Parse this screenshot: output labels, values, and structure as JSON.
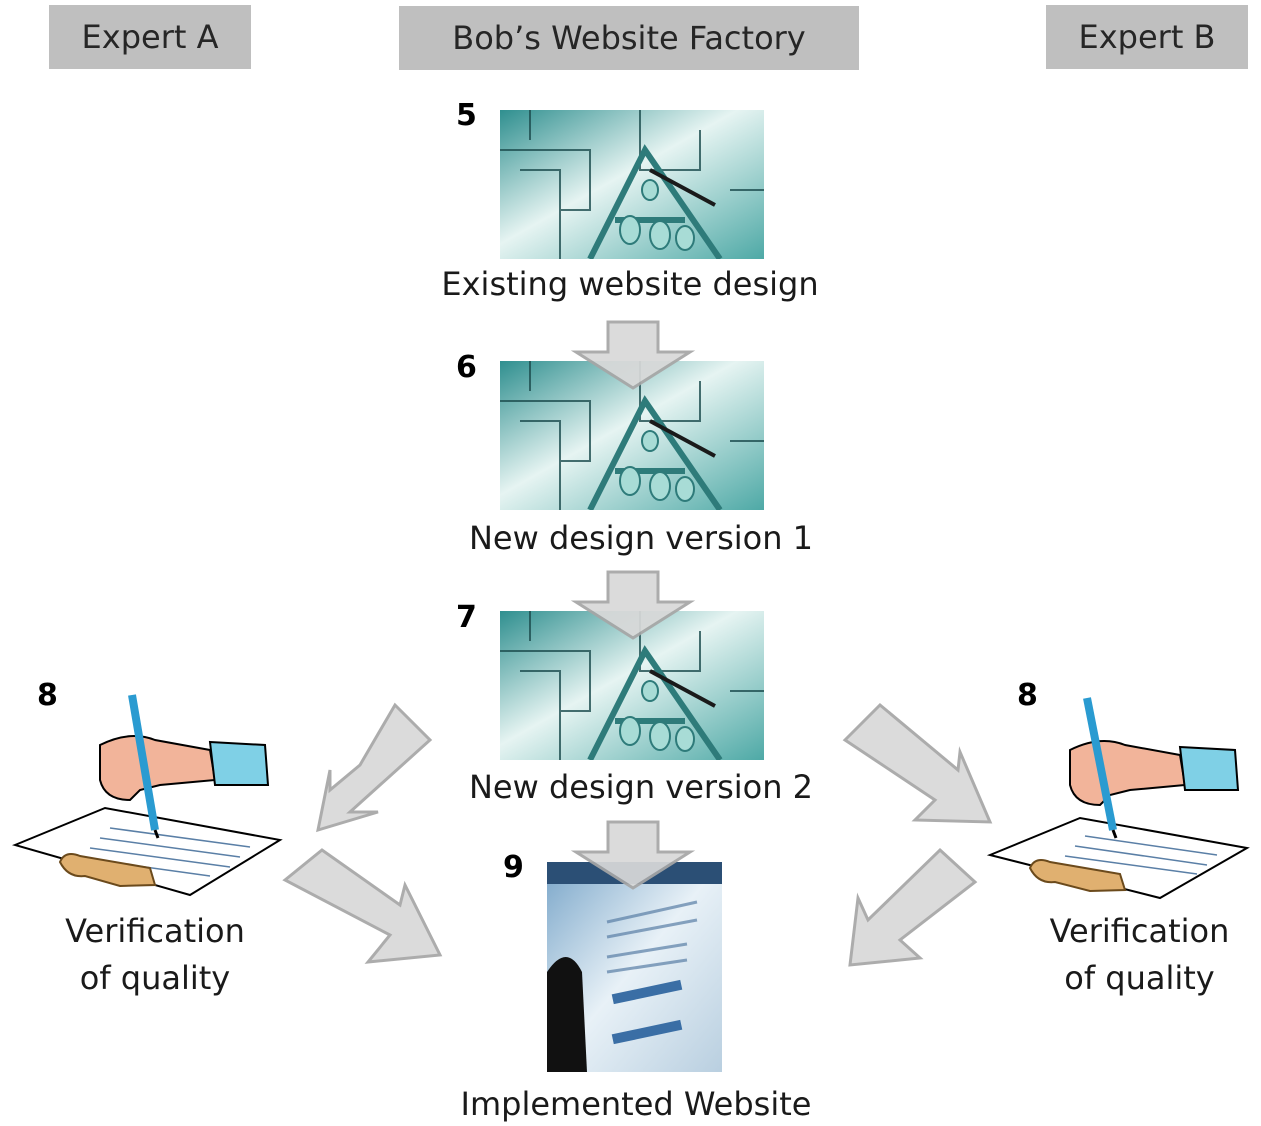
{
  "headers": {
    "expert_a": "Expert A",
    "factory": "Bob’s Website Factory",
    "expert_b": "Expert B"
  },
  "steps": {
    "s5": {
      "number": "5",
      "caption": "Existing website design"
    },
    "s6": {
      "number": "6",
      "caption": "New design version 1"
    },
    "s7": {
      "number": "7",
      "caption": "New design version 2"
    },
    "s9": {
      "number": "9",
      "caption": "Implemented Website"
    },
    "s8_left": {
      "number": "8",
      "caption_line1": "Verification",
      "caption_line2": "of quality"
    },
    "s8_right": {
      "number": "8",
      "caption_line1": "Verification",
      "caption_line2": "of quality"
    }
  },
  "colors": {
    "header_bg": "#bfbfbf",
    "arrow_fill": "#d9d9d9",
    "arrow_stroke": "#a6a6a6",
    "blueprint": "#3aa0a0"
  },
  "icons": [
    "blueprint-image",
    "website-photo",
    "signing-hand-icon",
    "key-icon",
    "pen-icon"
  ]
}
